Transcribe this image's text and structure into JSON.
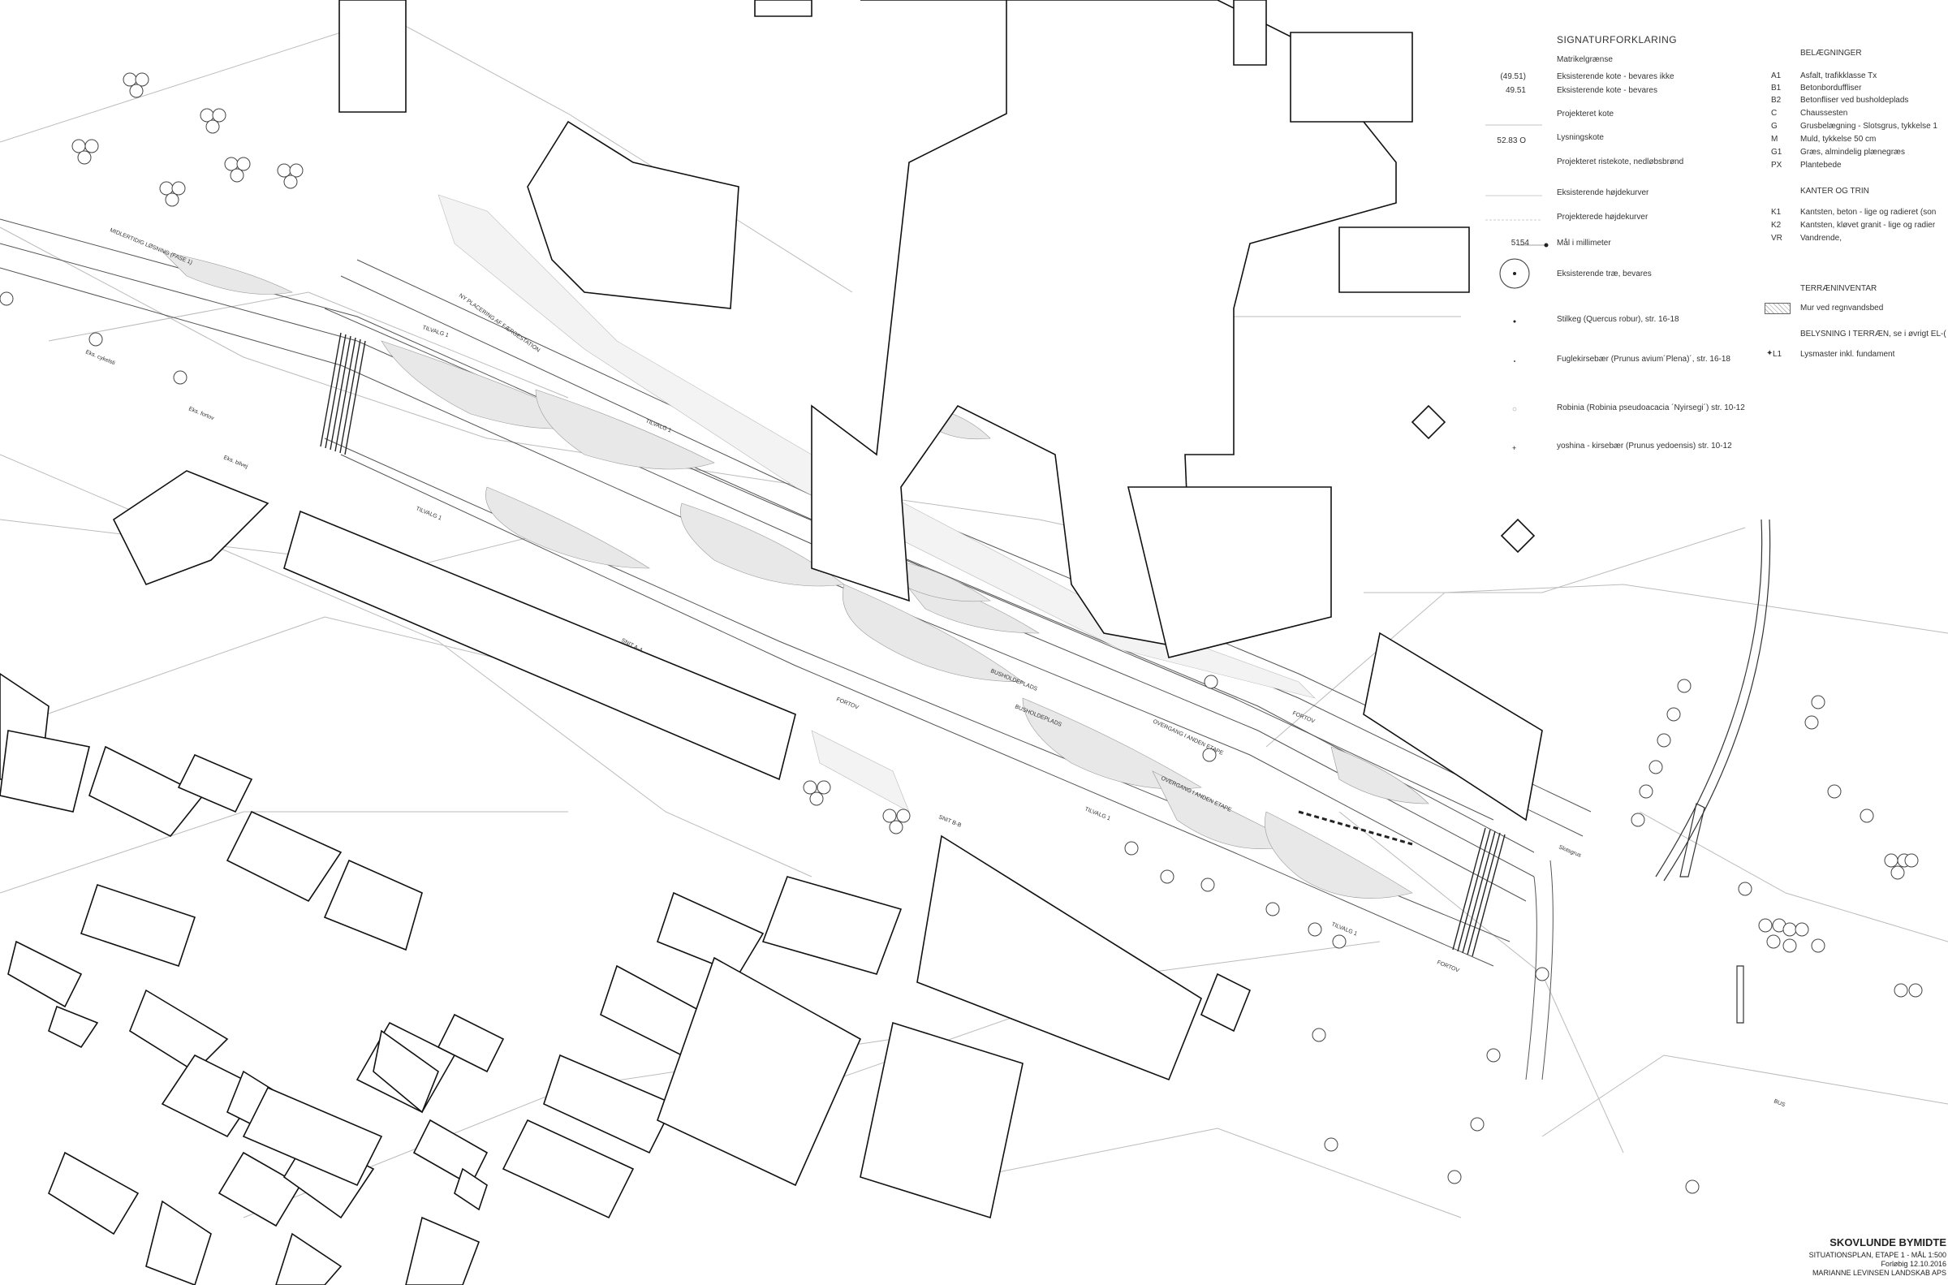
{
  "legend": {
    "title": "SIGNATURFORKLARING",
    "items": [
      {
        "symbol": "",
        "label": "Matrikelgrænse"
      },
      {
        "symbol": "(49.51)",
        "label": "Eksisterende kote - bevares ikke"
      },
      {
        "symbol": "49.51",
        "label": "Eksisterende kote - bevares"
      },
      {
        "symbol": "",
        "label": "Projekteret kote"
      },
      {
        "symbol": "52.83  O",
        "label": "Lysningskote"
      },
      {
        "symbol": "",
        "label": "Projekteret ristekote, nedløbsbrønd"
      },
      {
        "symbol": "",
        "label": "Eksisterende højdekurver"
      },
      {
        "symbol": "",
        "label": "Projekterede højdekurver"
      },
      {
        "symbol": "5154",
        "label": "Mål i millimeter"
      },
      {
        "symbol": "",
        "label": "Eksisterende træ, bevares"
      },
      {
        "symbol": "",
        "label": "Stilkeg (Quercus robur),  str. 16-18"
      },
      {
        "symbol": "",
        "label": "Fuglekirsebær (Prunus avium´Plena)´, str. 16-18"
      },
      {
        "symbol": "",
        "label": "Robinia (Robinia pseudoacacia ´Nyirsegi´) str. 10-12"
      },
      {
        "symbol": "",
        "label": "yoshina - kirsebær (Prunus yedoensis)  str. 10-12"
      }
    ],
    "belaegninger": {
      "head": "BELÆGNINGER",
      "items": [
        {
          "code": "A1",
          "label": "Asfalt, trafikklasse Tx"
        },
        {
          "code": "B1",
          "label": "Betonborduffliser"
        },
        {
          "code": "B2",
          "label": "Betonfliser ved busholdeplads"
        },
        {
          "code": "C",
          "label": "Chaussesten"
        },
        {
          "code": "G",
          "label": "Grusbelægning - Slotsgrus, tykkelse 1"
        },
        {
          "code": "M",
          "label": "Muld, tykkelse 50 cm"
        },
        {
          "code": "G1",
          "label": "Græs, almindelig plænegræs"
        },
        {
          "code": "PX",
          "label": "Plantebede"
        }
      ]
    },
    "kanter": {
      "head": "KANTER OG TRIN",
      "items": [
        {
          "code": "K1",
          "label": "Kantsten, beton - lige og radieret (son"
        },
        {
          "code": "K2",
          "label": "Kantsten, kløvet granit - lige og radier"
        },
        {
          "code": "VR",
          "label": "Vandrende,"
        }
      ]
    },
    "terraen": {
      "head": "TERRÆNINVENTAR",
      "items": [
        {
          "code": "",
          "label": "Mur ved regnvandsbed"
        }
      ]
    },
    "belysning": {
      "head": "BELYSNING I TERRÆN, se i øvrigt EL-(",
      "items": [
        {
          "code": "L1",
          "label": "Lysmaster inkl. fundament"
        }
      ]
    }
  },
  "map_labels": {
    "busholdeplads_1": "BUSHOLDEPLADS",
    "busholdeplads_2": "BUSHOLDEPLADS",
    "fortov_1": "FORTOV",
    "fortov_2": "FORTOV",
    "fortov_3": "FORTOV",
    "tilvalg_1": "TILVALG 1",
    "tilvalg_2": "TILVALG 1",
    "tilvalg_3": "TILVALG 1",
    "tilvalg_4": "TILVALG 1",
    "tilvalg_5": "TILVALG 1",
    "overgang_1": "OVERGANG I ANDEN ETAPE",
    "overgang_2": "OVERGANG I ANDEN ETAPE",
    "snit_a": "SNIT A-A",
    "snit_b": "SNIT B-B",
    "slotsgrus": "Slotsgrus",
    "bus": "BUS",
    "eks_fortov": "Eks. fortov",
    "eks_cykelsti": "Eks. cykelsti",
    "eks_bilvej": "Eks. bilvej",
    "midlertidig": "MIDLERTIDIG LØSNING (FASE 1)",
    "placering": "NY PLACERING AF FÆRGESTATION"
  },
  "title_block": {
    "title": "SKOVLUNDE BYMIDTE",
    "line1": "SITUATIONSPLAN, ETAPE 1 - MÅL 1:500",
    "line2": "Forløbig 12.10.2016",
    "line3": "MARIANNE LEVINSEN LANDSKAB APS"
  }
}
